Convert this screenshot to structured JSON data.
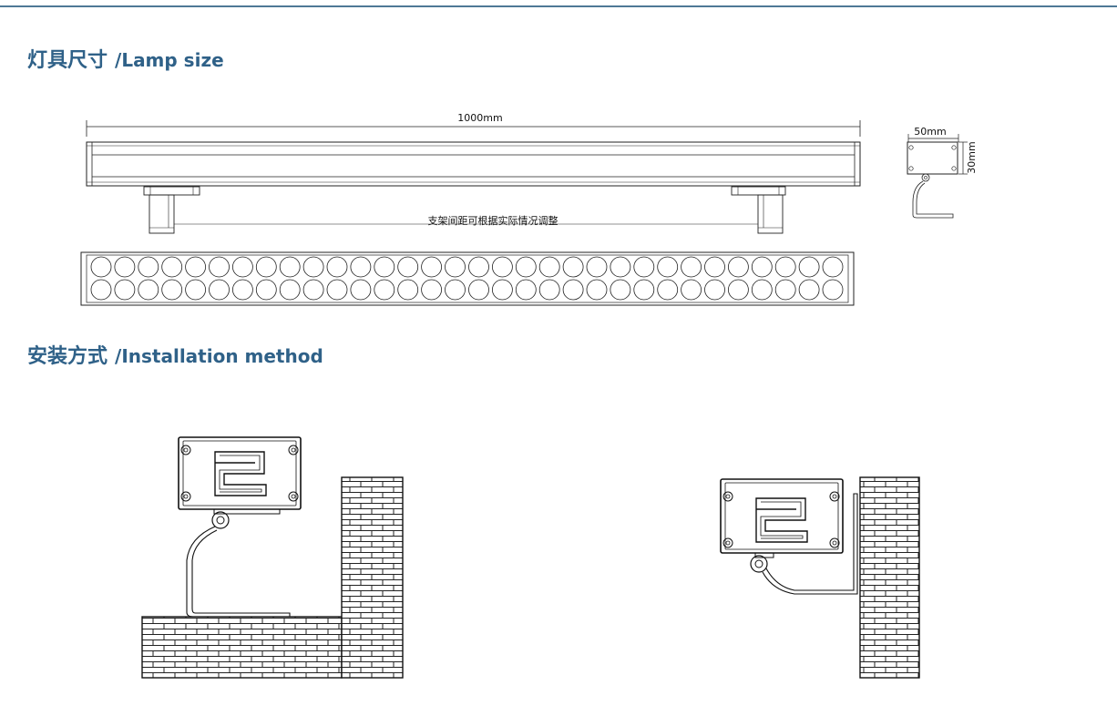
{
  "sections": {
    "lamp_size": {
      "cn": "灯具尺寸",
      "en": "/Lamp size"
    },
    "installation": {
      "cn": "安装方式",
      "en": "/Installation method"
    }
  },
  "dimensions": {
    "length": "1000mm",
    "width": "50mm",
    "height": "30mm",
    "bracket_note": "支架间距可根据实际情况调整"
  },
  "lens_grid": {
    "columns": 32,
    "rows": 2
  },
  "colors": {
    "title": "#2f6188",
    "rule": "#4e7896",
    "line": "#222222"
  }
}
